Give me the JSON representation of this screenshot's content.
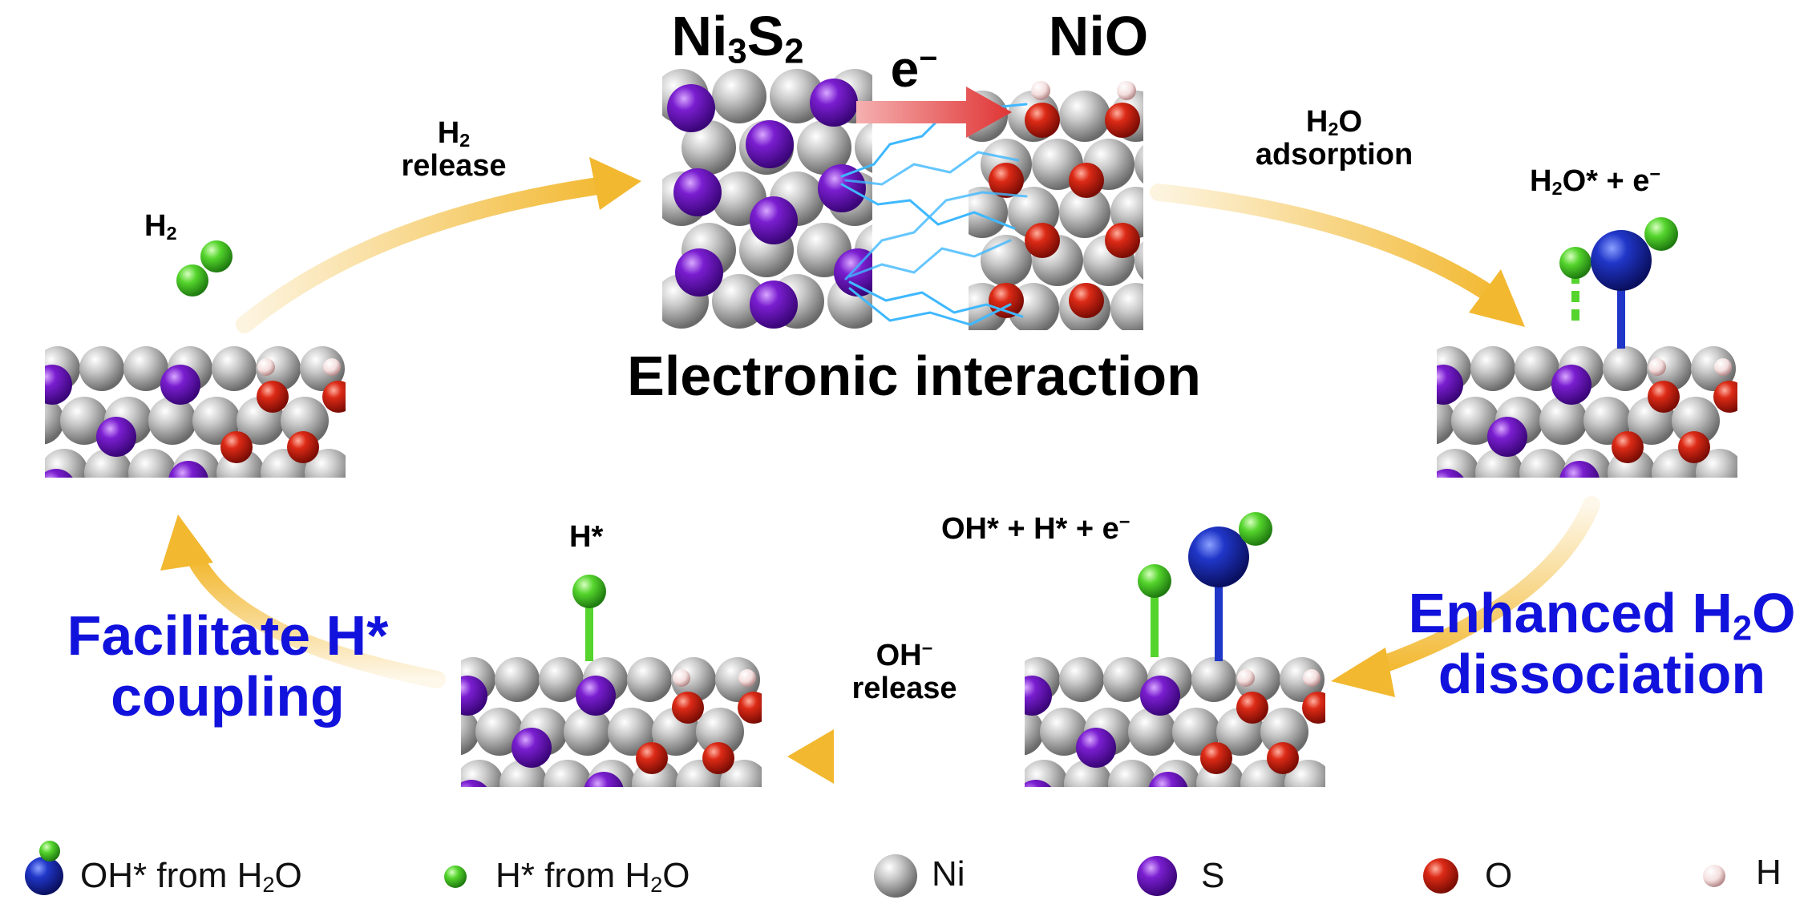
{
  "top": {
    "ni3s2_pre": "Ni",
    "ni3s2_sub1": "3",
    "ni3s2_mid": "S",
    "ni3s2_sub2": "2",
    "electron": "e",
    "electron_sup": "−",
    "nio": "NiO",
    "caption": "Electronic interaction"
  },
  "arrows": {
    "h2_release_1": "H",
    "h2_release_sub": "2",
    "h2_release_2": "release",
    "h2o_adsorption_1": "H",
    "h2o_adsorption_sub": "2",
    "h2o_adsorption_1b": "O",
    "h2o_adsorption_2": "adsorption",
    "oh_release_1": "OH",
    "oh_release_sup": "−",
    "oh_release_2": "release"
  },
  "states": {
    "h2_label": "H",
    "h2_label_sub": "2",
    "h2o_e_a": "H",
    "h2o_e_sub": "2",
    "h2o_e_b": "O* + e",
    "h2o_e_sup": "−",
    "oh_h_e": "OH* + H* + e",
    "oh_h_e_sup": "−",
    "h_star": "H*"
  },
  "steps": {
    "enhanced_1a": "Enhanced H",
    "enhanced_sub": "2",
    "enhanced_1b": "O",
    "enhanced_2": "dissociation",
    "facilitate_1": "Facilitate H*",
    "facilitate_2": "coupling"
  },
  "legend": {
    "oh_a": "OH* from H",
    "oh_sub": "2",
    "oh_b": "O",
    "h_a": "H* from H",
    "h_sub": "2",
    "h_b": "O",
    "ni": "Ni",
    "s": "S",
    "o": "O",
    "h": "H"
  },
  "colors": {
    "ni": "#a8a8a8",
    "s": "#6a14b8",
    "o": "#d01e12",
    "h_surface": "#f2dada",
    "h_star": "#4ecf2a",
    "oh": "#1f2fb8",
    "process_arrow": "#f2b830",
    "electron_arrow": "#e03434",
    "step_text": "#1212dd"
  }
}
